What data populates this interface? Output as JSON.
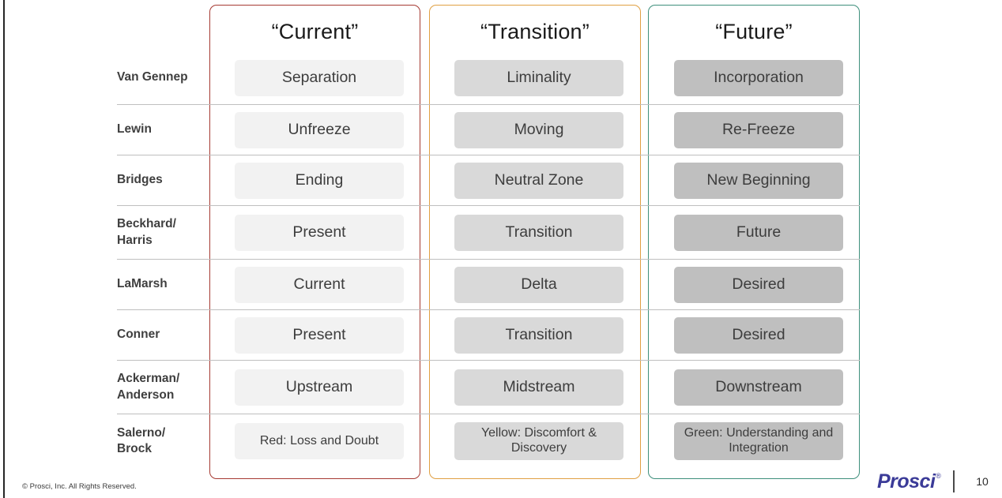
{
  "slide": {
    "page_number": "10",
    "copyright": "© Prosci, Inc. All Rights Reserved.",
    "brand": "Prosci",
    "brand_mark": "®"
  },
  "colors": {
    "current_border": "#a63a33",
    "transition_border": "#e0a043",
    "future_border": "#3e8f7c",
    "pill_light": "#f2f2f2",
    "pill_mid": "#d9d9d9",
    "pill_dark": "#bfbfbf",
    "brand_purple": "#3b3b98"
  },
  "columns": [
    {
      "id": "current",
      "title": "“Current”"
    },
    {
      "id": "transition",
      "title": "“Transition”"
    },
    {
      "id": "future",
      "title": "“Future”"
    }
  ],
  "rows": [
    {
      "label": "Van Gennep",
      "cells": [
        "Separation",
        "Liminality",
        "Incorporation"
      ]
    },
    {
      "label": "Lewin",
      "cells": [
        "Unfreeze",
        "Moving",
        "Re-Freeze"
      ]
    },
    {
      "label": "Bridges",
      "cells": [
        "Ending",
        "Neutral Zone",
        "New Beginning"
      ]
    },
    {
      "label": "Beckhard/ Harris",
      "cells": [
        "Present",
        "Transition",
        "Future"
      ]
    },
    {
      "label": "LaMarsh",
      "cells": [
        "Current",
        "Delta",
        "Desired"
      ]
    },
    {
      "label": "Conner",
      "cells": [
        "Present",
        "Transition",
        "Desired"
      ]
    },
    {
      "label": "Ackerman/ Anderson",
      "cells": [
        "Upstream",
        "Midstream",
        "Downstream"
      ]
    },
    {
      "label": "Salerno/ Brock",
      "cells": [
        "Red: Loss and Doubt",
        "Yellow: Discomfort & Discovery",
        "Green: Understanding and Integration"
      ]
    }
  ]
}
